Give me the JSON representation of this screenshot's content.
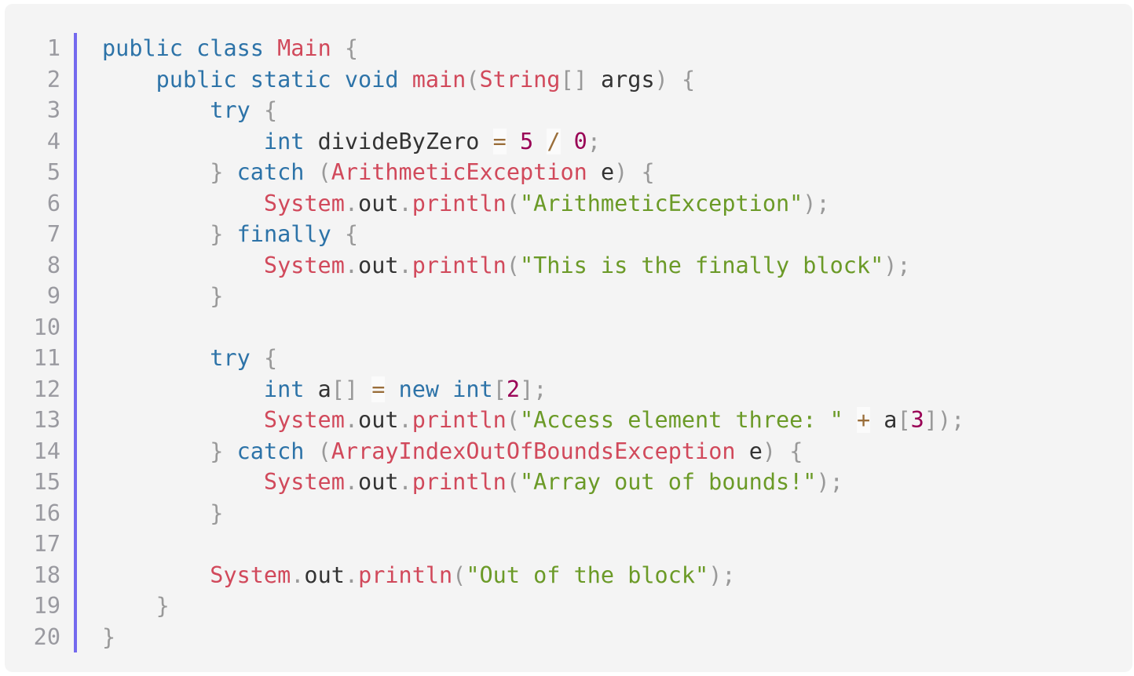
{
  "colors": {
    "background": "#f4f4f4",
    "gutter_bar": "#7469ee",
    "keyword": "#2d73a8",
    "class_name": "#d1495b",
    "string": "#6b9a27",
    "number": "#990055",
    "operator": "#9a6e3a",
    "punctuation": "#999999",
    "line_number": "#9a9aa0"
  },
  "language": "java",
  "lines": [
    {
      "n": "1",
      "tokens": [
        [
          "kw",
          "public"
        ],
        [
          "sp",
          " "
        ],
        [
          "kw",
          "class"
        ],
        [
          "sp",
          " "
        ],
        [
          "cls",
          "Main"
        ],
        [
          "sp",
          " "
        ],
        [
          "pn",
          "{"
        ]
      ]
    },
    {
      "n": "2",
      "tokens": [
        [
          "sp",
          "    "
        ],
        [
          "kw",
          "public"
        ],
        [
          "sp",
          " "
        ],
        [
          "kw",
          "static"
        ],
        [
          "sp",
          " "
        ],
        [
          "kw",
          "void"
        ],
        [
          "sp",
          " "
        ],
        [
          "fn",
          "main"
        ],
        [
          "pn",
          "("
        ],
        [
          "cls",
          "String"
        ],
        [
          "pn",
          "[]"
        ],
        [
          "sp",
          " "
        ],
        [
          "id",
          "args"
        ],
        [
          "pn",
          ")"
        ],
        [
          "sp",
          " "
        ],
        [
          "pn",
          "{"
        ]
      ]
    },
    {
      "n": "3",
      "tokens": [
        [
          "sp",
          "        "
        ],
        [
          "kw",
          "try"
        ],
        [
          "sp",
          " "
        ],
        [
          "pn",
          "{"
        ]
      ]
    },
    {
      "n": "4",
      "tokens": [
        [
          "sp",
          "            "
        ],
        [
          "kw",
          "int"
        ],
        [
          "sp",
          " "
        ],
        [
          "id",
          "divideByZero"
        ],
        [
          "sp",
          " "
        ],
        [
          "op",
          "="
        ],
        [
          "sp",
          " "
        ],
        [
          "num",
          "5"
        ],
        [
          "sp",
          " "
        ],
        [
          "op",
          "/"
        ],
        [
          "sp",
          " "
        ],
        [
          "num",
          "0"
        ],
        [
          "pn",
          ";"
        ]
      ]
    },
    {
      "n": "5",
      "tokens": [
        [
          "sp",
          "        "
        ],
        [
          "pn",
          "}"
        ],
        [
          "sp",
          " "
        ],
        [
          "kw",
          "catch"
        ],
        [
          "sp",
          " "
        ],
        [
          "pn",
          "("
        ],
        [
          "cls",
          "ArithmeticException"
        ],
        [
          "sp",
          " "
        ],
        [
          "id",
          "e"
        ],
        [
          "pn",
          ")"
        ],
        [
          "sp",
          " "
        ],
        [
          "pn",
          "{"
        ]
      ]
    },
    {
      "n": "6",
      "tokens": [
        [
          "sp",
          "            "
        ],
        [
          "cls",
          "System"
        ],
        [
          "pn",
          "."
        ],
        [
          "id",
          "out"
        ],
        [
          "pn",
          "."
        ],
        [
          "fn",
          "println"
        ],
        [
          "pn",
          "("
        ],
        [
          "str",
          "\"ArithmeticException\""
        ],
        [
          "pn",
          ");"
        ]
      ]
    },
    {
      "n": "7",
      "tokens": [
        [
          "sp",
          "        "
        ],
        [
          "pn",
          "}"
        ],
        [
          "sp",
          " "
        ],
        [
          "kw",
          "finally"
        ],
        [
          "sp",
          " "
        ],
        [
          "pn",
          "{"
        ]
      ]
    },
    {
      "n": "8",
      "tokens": [
        [
          "sp",
          "            "
        ],
        [
          "cls",
          "System"
        ],
        [
          "pn",
          "."
        ],
        [
          "id",
          "out"
        ],
        [
          "pn",
          "."
        ],
        [
          "fn",
          "println"
        ],
        [
          "pn",
          "("
        ],
        [
          "str",
          "\"This is the finally block\""
        ],
        [
          "pn",
          ");"
        ]
      ]
    },
    {
      "n": "9",
      "tokens": [
        [
          "sp",
          "        "
        ],
        [
          "pn",
          "}"
        ]
      ]
    },
    {
      "n": "10",
      "tokens": []
    },
    {
      "n": "11",
      "tokens": [
        [
          "sp",
          "        "
        ],
        [
          "kw",
          "try"
        ],
        [
          "sp",
          " "
        ],
        [
          "pn",
          "{"
        ]
      ]
    },
    {
      "n": "12",
      "tokens": [
        [
          "sp",
          "            "
        ],
        [
          "kw",
          "int"
        ],
        [
          "sp",
          " "
        ],
        [
          "id",
          "a"
        ],
        [
          "pn",
          "[]"
        ],
        [
          "sp",
          " "
        ],
        [
          "op",
          "="
        ],
        [
          "sp",
          " "
        ],
        [
          "kw",
          "new"
        ],
        [
          "sp",
          " "
        ],
        [
          "kw",
          "int"
        ],
        [
          "pn",
          "["
        ],
        [
          "num",
          "2"
        ],
        [
          "pn",
          "];"
        ]
      ]
    },
    {
      "n": "13",
      "tokens": [
        [
          "sp",
          "            "
        ],
        [
          "cls",
          "System"
        ],
        [
          "pn",
          "."
        ],
        [
          "id",
          "out"
        ],
        [
          "pn",
          "."
        ],
        [
          "fn",
          "println"
        ],
        [
          "pn",
          "("
        ],
        [
          "str",
          "\"Access element three: \""
        ],
        [
          "sp",
          " "
        ],
        [
          "op",
          "+"
        ],
        [
          "sp",
          " "
        ],
        [
          "id",
          "a"
        ],
        [
          "pn",
          "["
        ],
        [
          "num",
          "3"
        ],
        [
          "pn",
          "]);"
        ]
      ]
    },
    {
      "n": "14",
      "tokens": [
        [
          "sp",
          "        "
        ],
        [
          "pn",
          "}"
        ],
        [
          "sp",
          " "
        ],
        [
          "kw",
          "catch"
        ],
        [
          "sp",
          " "
        ],
        [
          "pn",
          "("
        ],
        [
          "cls",
          "ArrayIndexOutOfBoundsException"
        ],
        [
          "sp",
          " "
        ],
        [
          "id",
          "e"
        ],
        [
          "pn",
          ")"
        ],
        [
          "sp",
          " "
        ],
        [
          "pn",
          "{"
        ]
      ]
    },
    {
      "n": "15",
      "tokens": [
        [
          "sp",
          "            "
        ],
        [
          "cls",
          "System"
        ],
        [
          "pn",
          "."
        ],
        [
          "id",
          "out"
        ],
        [
          "pn",
          "."
        ],
        [
          "fn",
          "println"
        ],
        [
          "pn",
          "("
        ],
        [
          "str",
          "\"Array out of bounds!\""
        ],
        [
          "pn",
          ");"
        ]
      ]
    },
    {
      "n": "16",
      "tokens": [
        [
          "sp",
          "        "
        ],
        [
          "pn",
          "}"
        ]
      ]
    },
    {
      "n": "17",
      "tokens": []
    },
    {
      "n": "18",
      "tokens": [
        [
          "sp",
          "        "
        ],
        [
          "cls",
          "System"
        ],
        [
          "pn",
          "."
        ],
        [
          "id",
          "out"
        ],
        [
          "pn",
          "."
        ],
        [
          "fn",
          "println"
        ],
        [
          "pn",
          "("
        ],
        [
          "str",
          "\"Out of the block\""
        ],
        [
          "pn",
          ");"
        ]
      ]
    },
    {
      "n": "19",
      "tokens": [
        [
          "sp",
          "    "
        ],
        [
          "pn",
          "}"
        ]
      ]
    },
    {
      "n": "20",
      "tokens": [
        [
          "pn",
          "}"
        ]
      ]
    }
  ]
}
